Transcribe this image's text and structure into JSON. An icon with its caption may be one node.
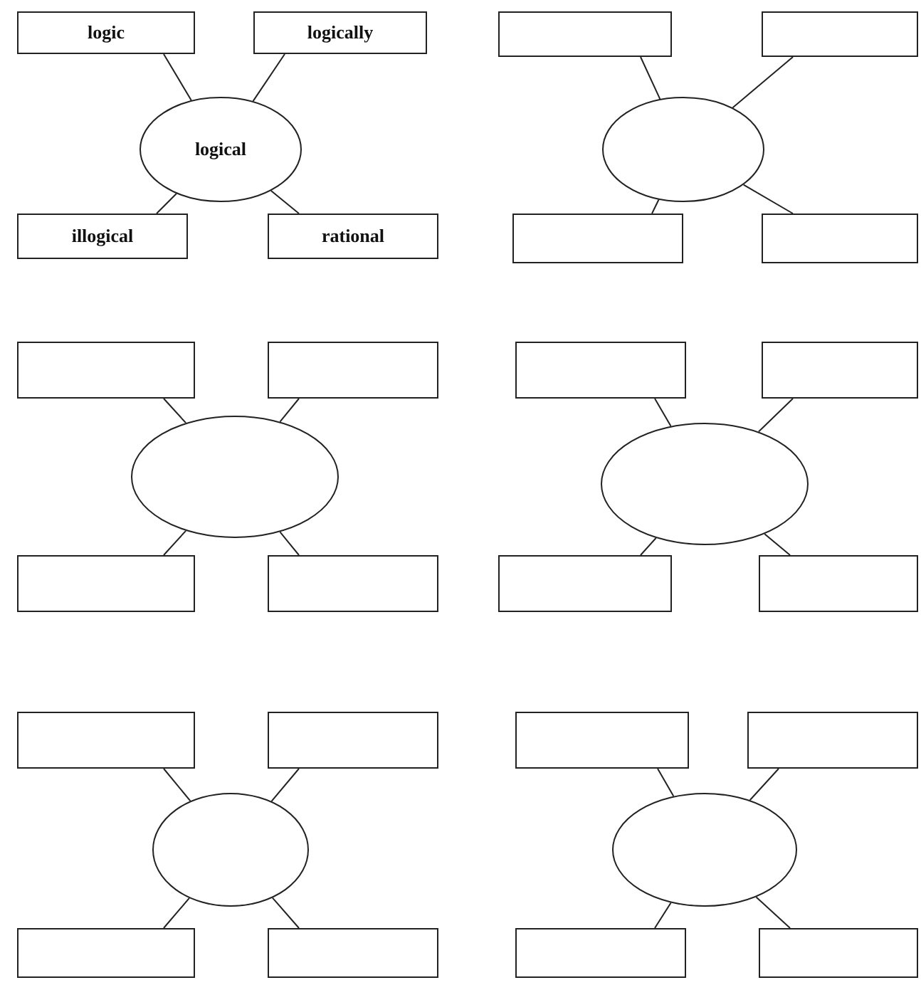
{
  "diagram": {
    "nodes": [
      {
        "text": [
          "logic"
        ]
      },
      {
        "text": [
          "logically"
        ]
      },
      {
        "text": [
          "logical"
        ]
      },
      {
        "text": [
          "illogical"
        ]
      },
      {
        "text": [
          "rational"
        ]
      },
      {
        "text": [],
        "shape": "box"
      },
      {
        "text": [],
        "shape": "box"
      },
      {
        "text": [],
        "shape": "ellipse"
      },
      {
        "text": [],
        "shape": "box"
      },
      {
        "text": [],
        "shape": "box"
      },
      {
        "text": [],
        "shape": "box"
      },
      {
        "text": [],
        "shape": "box"
      },
      {
        "text": [],
        "shape": "ellipse"
      },
      {
        "text": [],
        "shape": "box"
      },
      {
        "text": [],
        "shape": "box"
      },
      {
        "text": [],
        "shape": "box"
      },
      {
        "text": [],
        "shape": "box"
      },
      {
        "text": [],
        "shape": "ellipse"
      },
      {
        "text": [],
        "shape": "box"
      },
      {
        "text": [],
        "shape": "box"
      },
      {
        "text": [],
        "shape": "box"
      },
      {
        "text": [],
        "shape": "box"
      },
      {
        "text": [],
        "shape": "ellipse"
      },
      {
        "text": [],
        "shape": "box"
      },
      {
        "text": [],
        "shape": "box"
      },
      {
        "text": [],
        "shape": "box"
      },
      {
        "text": [],
        "shape": "box"
      },
      {
        "text": [],
        "shape": "ellipse"
      },
      {
        "text": [],
        "shape": "box"
      },
      {
        "text": [],
        "shape": "box"
      }
    ],
    "edges": [
      {
        "from": 2,
        "to": 0,
        "arrow": "none"
      },
      {
        "from": 2,
        "to": 1,
        "arrow": "none"
      },
      {
        "from": 2,
        "to": 3,
        "arrow": "none"
      },
      {
        "from": 2,
        "to": 4,
        "arrow": "none"
      },
      {
        "from": 7,
        "to": 5,
        "arrow": "none"
      },
      {
        "from": 7,
        "to": 6,
        "arrow": "none"
      },
      {
        "from": 7,
        "to": 8,
        "arrow": "none"
      },
      {
        "from": 7,
        "to": 9,
        "arrow": "none"
      },
      {
        "from": 12,
        "to": 10,
        "arrow": "none"
      },
      {
        "from": 12,
        "to": 11,
        "arrow": "none"
      },
      {
        "from": 12,
        "to": 13,
        "arrow": "none"
      },
      {
        "from": 12,
        "to": 14,
        "arrow": "none"
      },
      {
        "from": 17,
        "to": 15,
        "arrow": "none"
      },
      {
        "from": 17,
        "to": 16,
        "arrow": "none"
      },
      {
        "from": 17,
        "to": 18,
        "arrow": "none"
      },
      {
        "from": 17,
        "to": 19,
        "arrow": "none"
      },
      {
        "from": 22,
        "to": 20,
        "arrow": "none"
      },
      {
        "from": 22,
        "to": 21,
        "arrow": "none"
      },
      {
        "from": 22,
        "to": 23,
        "arrow": "none"
      },
      {
        "from": 22,
        "to": 24,
        "arrow": "none"
      },
      {
        "from": 27,
        "to": 25,
        "arrow": "none"
      },
      {
        "from": 27,
        "to": 26,
        "arrow": "none"
      },
      {
        "from": 27,
        "to": 28,
        "arrow": "none"
      },
      {
        "from": 27,
        "to": 29,
        "arrow": "none"
      }
    ]
  }
}
